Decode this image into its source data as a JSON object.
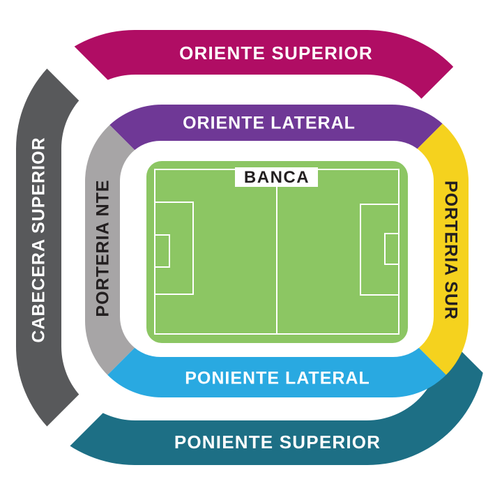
{
  "map": {
    "background": "#FFFFFF",
    "sections": {
      "oriente_superior": {
        "label": "ORIENTE SUPERIOR",
        "color": "#B00D64",
        "text_color": "#FFFFFF"
      },
      "oriente_lateral": {
        "label": "ORIENTE LATERAL",
        "color": "#6F3896",
        "text_color": "#FFFFFF"
      },
      "cabecera_superior": {
        "label": "CABECERA SUPERIOR",
        "color": "#58595B",
        "text_color": "#FFFFFF"
      },
      "porteria_nte": {
        "label": "PORTERIA NTE",
        "color": "#A7A5A6",
        "text_color": "#231F20"
      },
      "porteria_sur": {
        "label": "PORTERIA SUR",
        "color": "#F5D21E",
        "text_color": "#231F20"
      },
      "poniente_lateral": {
        "label": "PONIENTE LATERAL",
        "color": "#29A9E1",
        "text_color": "#FFFFFF"
      },
      "poniente_superior": {
        "label": "PONIENTE SUPERIOR",
        "color": "#1D6F85",
        "text_color": "#FFFFFF"
      }
    },
    "pitch": {
      "color": "#8CC663",
      "line_color": "#FFFFFF",
      "bench": {
        "label": "BANCA",
        "box_color": "#FFFFFF",
        "text_color": "#231F20"
      }
    }
  }
}
